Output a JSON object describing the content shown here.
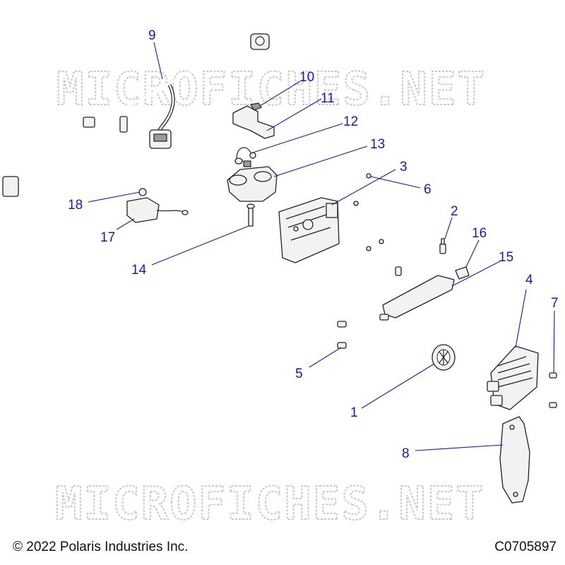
{
  "watermark": "MICROFICHES.NET",
  "footer": {
    "copyright": "© 2022 Polaris Industries Inc.",
    "code": "C0705897"
  },
  "callouts": [
    "1",
    "2",
    "3",
    "4",
    "5",
    "6",
    "7",
    "8",
    "9",
    "10",
    "11",
    "12",
    "13",
    "14",
    "15",
    "16",
    "17",
    "18"
  ],
  "colors": {
    "callout": "#1a1aa6",
    "watermark": "#c8c8c8",
    "line": "#222222"
  }
}
